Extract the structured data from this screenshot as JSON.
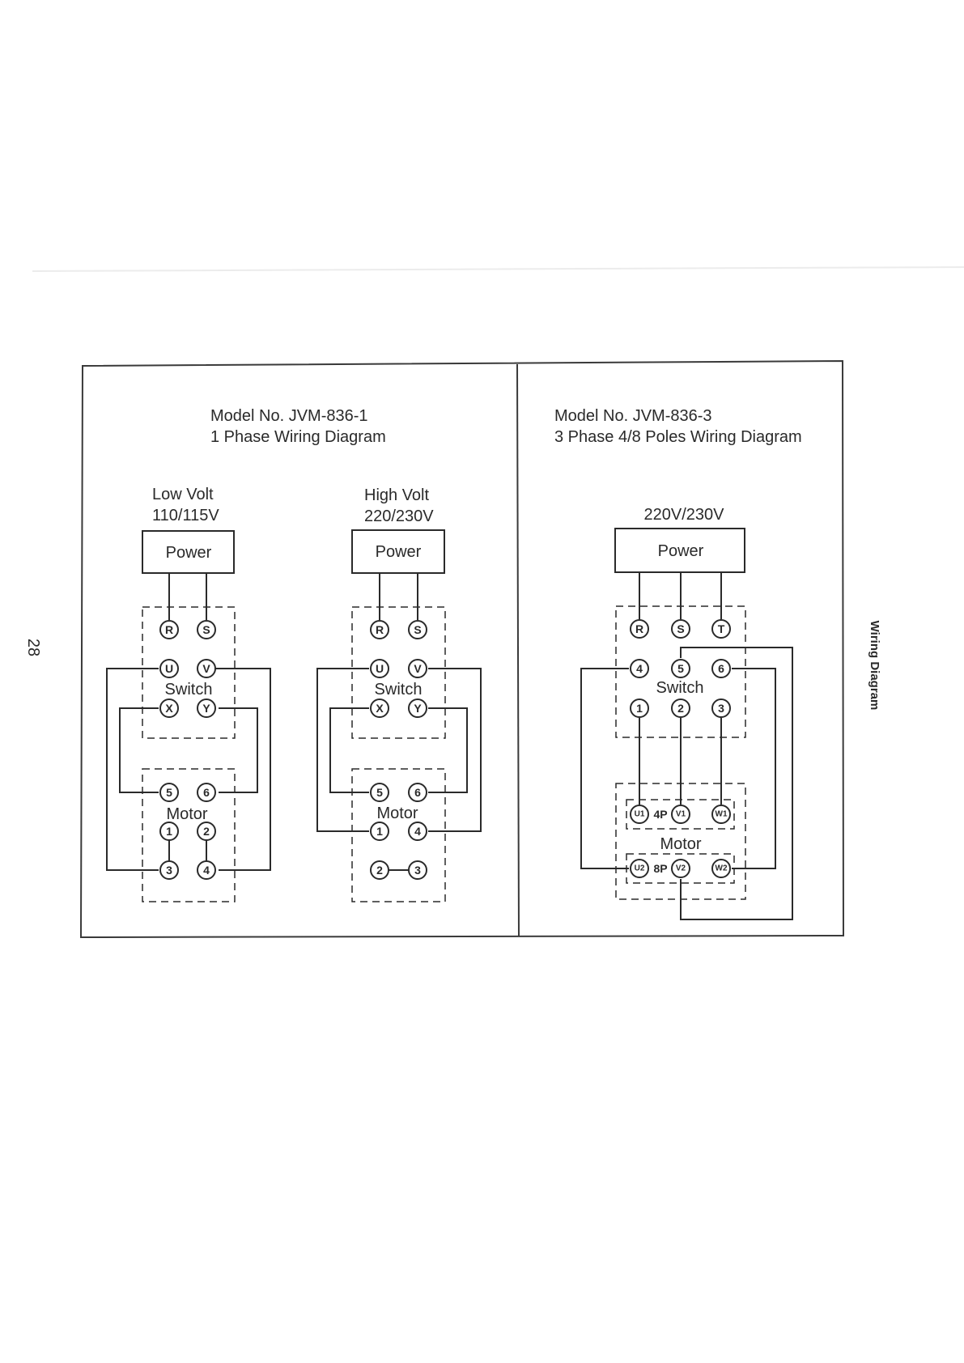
{
  "page": {
    "number": "28",
    "side_title": "Wiring Diagram"
  },
  "left_panel": {
    "title_line1": "Model No. JVM-836-1",
    "title_line2": "1 Phase Wiring Diagram",
    "low_volt": {
      "label_line1": "Low Volt",
      "label_line2": "110/115V",
      "power": "Power",
      "switch": "Switch",
      "motor": "Motor",
      "terminals": {
        "R": "R",
        "S": "S",
        "U": "U",
        "V": "V",
        "X": "X",
        "Y": "Y",
        "t5": "5",
        "t6": "6",
        "t1": "1",
        "t2": "2",
        "t3": "3",
        "t4": "4"
      }
    },
    "high_volt": {
      "label_line1": "High Volt",
      "label_line2": "220/230V",
      "power": "Power",
      "switch": "Switch",
      "motor": "Motor",
      "terminals": {
        "R": "R",
        "S": "S",
        "U": "U",
        "V": "V",
        "X": "X",
        "Y": "Y",
        "t5": "5",
        "t6": "6",
        "t1": "1",
        "t4": "4",
        "t2": "2",
        "t3": "3"
      }
    }
  },
  "right_panel": {
    "title_line1": "Model No. JVM-836-3",
    "title_line2": "3 Phase 4/8 Poles Wiring Diagram",
    "voltage": "220V/230V",
    "power": "Power",
    "switch": "Switch",
    "motor": "Motor",
    "pole4": "4P",
    "pole8": "8P",
    "terminals": {
      "R": "R",
      "S": "S",
      "T": "T",
      "t4": "4",
      "t5": "5",
      "t6": "6",
      "t1": "1",
      "t2": "2",
      "t3": "3",
      "U1": "U1",
      "V1": "V1",
      "W1": "W1",
      "U2": "U2",
      "V2": "V2",
      "W2": "W2"
    }
  }
}
